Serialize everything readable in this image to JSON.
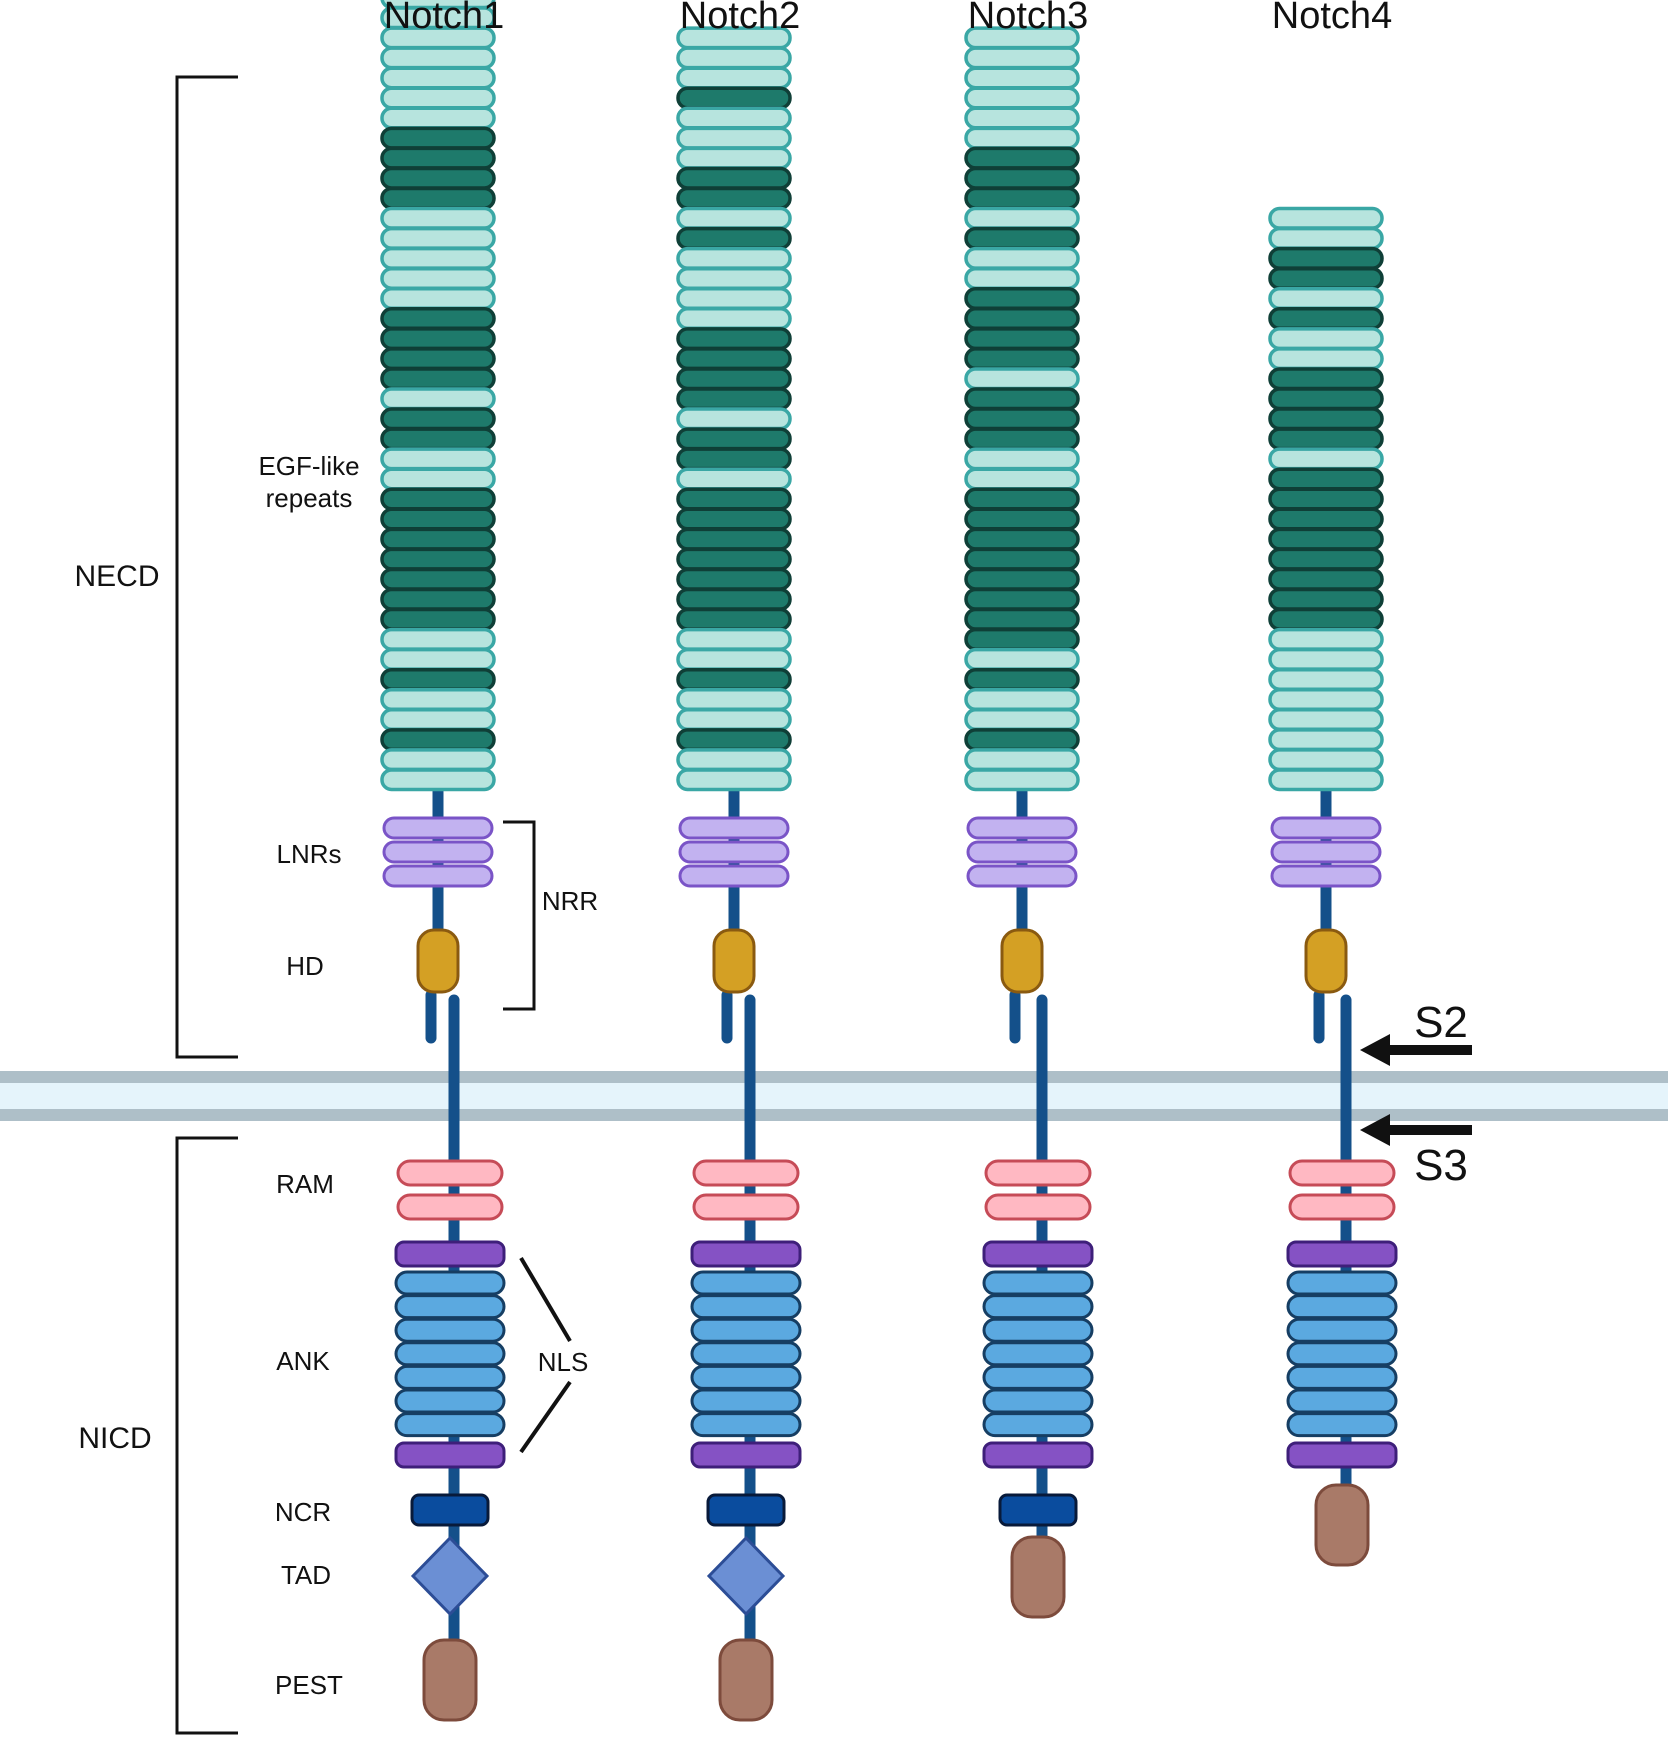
{
  "titles": [
    "Notch1",
    "Notch2",
    "Notch3",
    "Notch4"
  ],
  "labels": {
    "necd": "NECD",
    "nicd": "NICD",
    "egf_line1": "EGF-like",
    "egf_line2": "repeats",
    "lnrs": "LNRs",
    "hd": "HD",
    "nrr": "NRR",
    "ram": "RAM",
    "ank": "ANK",
    "nls": "NLS",
    "ncr": "NCR",
    "tad": "TAD",
    "pest": "PEST",
    "s2": "S2",
    "s3": "S3"
  },
  "colors": {
    "egf_light_fill": "#b7e4de",
    "egf_light_stroke": "#3aa7a5",
    "egf_dark_fill": "#1e7a6b",
    "egf_dark_stroke": "#0f3f37",
    "lnr_fill": "#c2b2f0",
    "lnr_stroke": "#7a54c7",
    "hd_fill": "#d4a024",
    "hd_stroke": "#8a5a10",
    "ram_fill": "#ffb8c2",
    "ram_stroke": "#c64b57",
    "nls_fill": "#8552c4",
    "nls_stroke": "#3e1f7a",
    "ank_fill": "#5ba9e0",
    "ank_stroke": "#163e63",
    "ncr_fill": "#0a4c9e",
    "ncr_stroke": "#081a3a",
    "tad_fill": "#6b8fd4",
    "tad_stroke": "#2c4d96",
    "pest_fill": "#a97a68",
    "pest_stroke": "#7d4b3c",
    "stalk": "#14508a",
    "membrane_outer": "#aebfc8",
    "membrane_inner": "#e5f4fb"
  },
  "receptors": [
    {
      "name": "Notch1",
      "egf_pattern": "LLLLLLLDDDDLLLLLDDDDLDDLLDDDDDDDLLDLLDLL",
      "domains": [
        "RAM",
        "ANK",
        "NCR",
        "TAD",
        "PEST"
      ]
    },
    {
      "name": "Notch2",
      "egf_pattern": "LLLDLLLDDLDLLLLDDDDLDDLDDDDDDDLLDLLDLL",
      "domains": [
        "RAM",
        "ANK",
        "NCR",
        "TAD",
        "PEST"
      ]
    },
    {
      "name": "Notch3",
      "egf_pattern": "LLLLLLDDDLDLLDDDDLDDDLLDDDDDDDDLDLLDLL",
      "domains": [
        "RAM",
        "ANK",
        "NCR",
        "PEST"
      ]
    },
    {
      "name": "Notch4",
      "egf_pattern": "LLDDLDLLDDDDLDDDDDDDDLLLLLLLL",
      "domains": [
        "RAM",
        "ANK",
        "PEST"
      ]
    }
  ]
}
